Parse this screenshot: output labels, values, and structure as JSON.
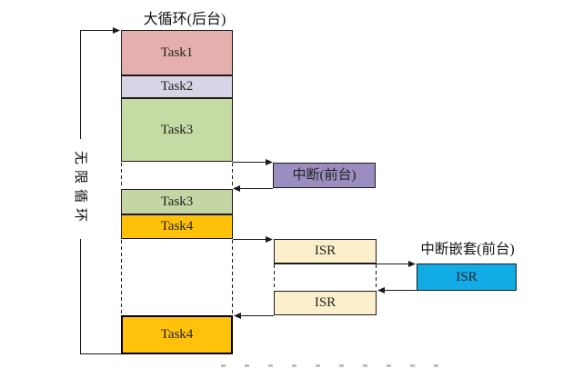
{
  "diagram": {
    "title": "大循环(后台)",
    "infinite_loop_label": "无限循环",
    "background_blocks": [
      {
        "label": "Task1",
        "color": "#E5AFAD"
      },
      {
        "label": "Task2",
        "color": "#D9D3E6"
      },
      {
        "label": "Task3",
        "color": "#C6DBA3"
      },
      {
        "label": "Task3",
        "color": "#C3D6A4"
      },
      {
        "label": "Task4",
        "color": "#FFC10A"
      },
      {
        "label": "Task4",
        "color": "#FFC10A"
      }
    ],
    "interrupt_box": {
      "label": "中断(前台)",
      "color": "#9C8DC0"
    },
    "isr_boxes": [
      {
        "label": "ISR",
        "color": "#FCF0CC"
      },
      {
        "label": "ISR",
        "color": "#FCF0CC"
      }
    ],
    "nested_interrupt": {
      "title": "中断嵌套(前台)",
      "isr_label": "ISR",
      "color": "#11ACE6"
    },
    "line_color": "#1a1a1a"
  }
}
